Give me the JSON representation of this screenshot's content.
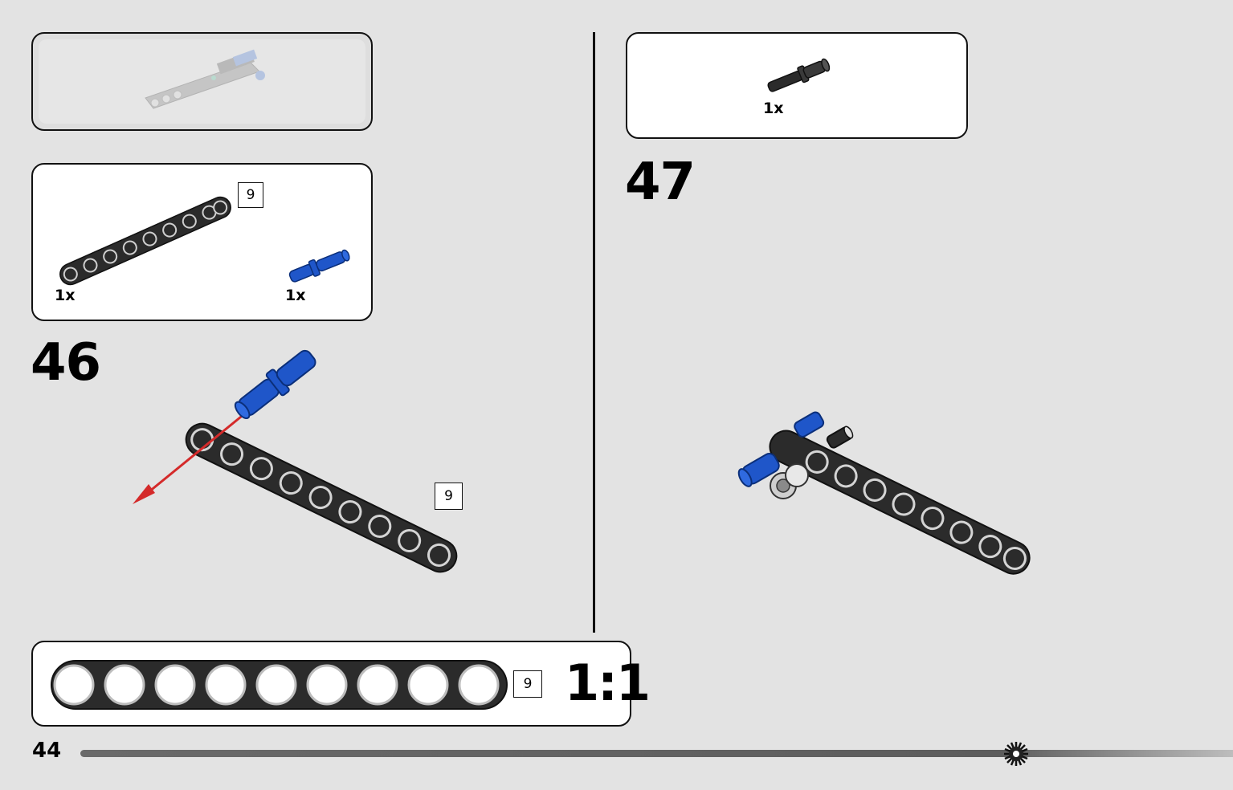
{
  "page": {
    "number": "44"
  },
  "progress": {
    "fraction": 0.8,
    "marker_icon": "gear-icon"
  },
  "left": {
    "parts_list": {
      "items": [
        {
          "part": "beam-9",
          "quantity": "1x",
          "length_label": "9",
          "color": "#2b2b2b"
        },
        {
          "part": "pin-blue",
          "quantity": "1x",
          "color": "#1f56c9"
        }
      ]
    },
    "step": {
      "number": "46",
      "beam_length_label": "9"
    }
  },
  "right": {
    "parts_list": {
      "items": [
        {
          "part": "axle-pin-black",
          "quantity": "1x",
          "color": "#2b2b2b"
        }
      ]
    },
    "step": {
      "number": "47"
    }
  },
  "scale_ruler": {
    "length_label": "9",
    "scale_text": "1:1",
    "holes": 9
  },
  "colors": {
    "background": "#e3e3e3",
    "beam": "#2b2b2b",
    "pin_blue": "#1f56c9",
    "arrow_red": "#d42a2a"
  }
}
